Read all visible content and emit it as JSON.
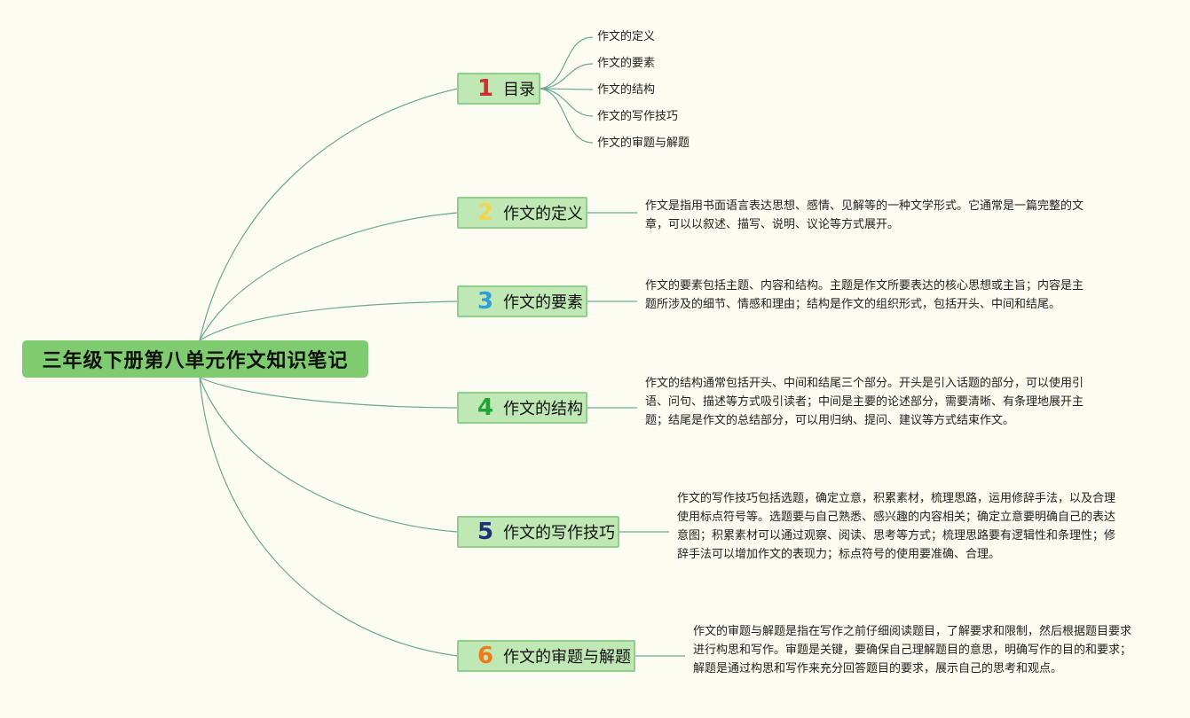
{
  "root": {
    "title": "三年级下册第八单元作文知识笔记"
  },
  "branches": [
    {
      "num": "1",
      "label": "目录",
      "color": "#d42d2d"
    },
    {
      "num": "2",
      "label": "作文的定义",
      "color": "#f2d54e"
    },
    {
      "num": "3",
      "label": "作文的要素",
      "color": "#2e9fd9"
    },
    {
      "num": "4",
      "label": "作文的结构",
      "color": "#22a33a"
    },
    {
      "num": "5",
      "label": "作文的写作技巧",
      "color": "#1d2f7a"
    },
    {
      "num": "6",
      "label": "作文的审题与解题",
      "color": "#f07a1a"
    }
  ],
  "toc": [
    "作文的定义",
    "作文的要素",
    "作文的结构",
    "作文的写作技巧",
    "作文的审题与解题"
  ],
  "notes": [
    "作文是指用书面语言表达思想、感情、见解等的一种文学形式。它通常是一篇完整的文章，可以以叙述、描写、说明、议论等方式展开。",
    "作文的要素包括主题、内容和结构。主题是作文所要表达的核心思想或主旨；内容是主题所涉及的细节、情感和理由；结构是作文的组织形式，包括开头、中间和结尾。",
    "作文的结构通常包括开头、中间和结尾三个部分。开头是引入话题的部分，可以使用引语、问句、描述等方式吸引读者；中间是主要的论述部分，需要清晰、有条理地展开主题；结尾是作文的总结部分，可以用归纳、提问、建议等方式结束作文。",
    "作文的写作技巧包括选题，确定立意，积累素材，梳理思路，运用修辞手法，以及合理使用标点符号等。选题要与自己熟悉、感兴趣的内容相关；确定立意要明确自己的表达意图；积累素材可以通过观察、阅读、思考等方式；梳理思路要有逻辑性和条理性；修辞手法可以增加作文的表现力；标点符号的使用要准确、合理。",
    "作文的审题与解题是指在写作之前仔细阅读题目，了解要求和限制，然后根据题目要求进行构思和写作。审题是关键，要确保自己理解题目的意思，明确写作的目的和要求；解题是通过构思和写作来充分回答题目的要求，展示自己的思考和观点。"
  ],
  "colors": {
    "line": "#6aa894",
    "root_bg": "#7fcb6f",
    "node_bg": "#bfe8b4",
    "background": "#fdfcf2"
  }
}
